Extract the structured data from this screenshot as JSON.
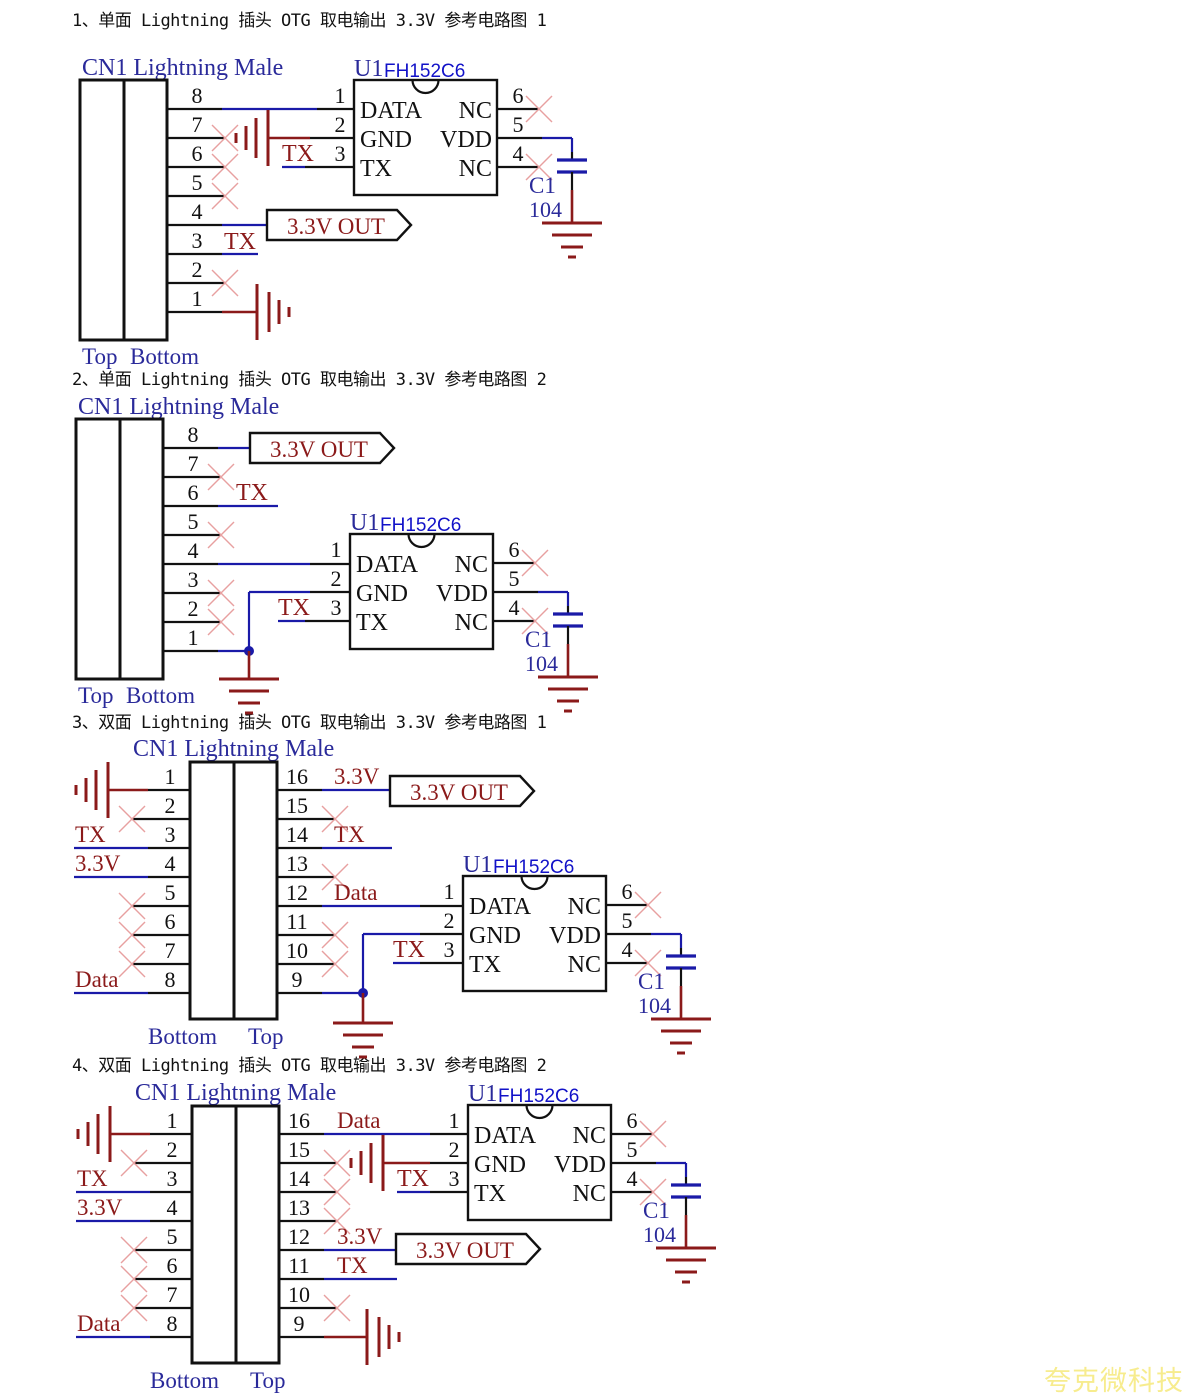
{
  "colors": {
    "wire": "#111111",
    "net": "#1a1aa8",
    "power": "#8b1a1a",
    "noconnect": "#e8a0a0",
    "label_blue": "#2a2a9a",
    "chip_name": "#1212c8",
    "watermark": "#f7ec8e"
  },
  "headings": [
    "1、单面 Lightning 插头 OTG 取电输出 3.3V 参考电路图 1",
    "2、单面 Lightning 插头 OTG 取电输出 3.3V 参考电路图 2",
    "3、双面 Lightning 插头 OTG 取电输出 3.3V 参考电路图 1",
    "4、双面 Lightning 插头 OTG 取电输出 3.3V 参考电路图 2"
  ],
  "watermark": "夸克微科技",
  "common": {
    "connector_title": "CN1 Lightning Male",
    "chip_ref": "U1",
    "chip_part": "FH152C6",
    "chip_pins_left": [
      {
        "num": "1",
        "name": "DATA"
      },
      {
        "num": "2",
        "name": "GND"
      },
      {
        "num": "3",
        "name": "TX"
      }
    ],
    "chip_pins_right": [
      {
        "num": "6",
        "name": "NC"
      },
      {
        "num": "5",
        "name": "VDD"
      },
      {
        "num": "4",
        "name": "NC"
      }
    ],
    "cap_ref": "C1",
    "cap_value": "104",
    "out_port": "3.3V OUT",
    "tx_label": "TX"
  },
  "diagrams": [
    {
      "id": "single-1",
      "bottom_labels": [
        "Top",
        "Bottom"
      ],
      "pins": [
        "8",
        "7",
        "6",
        "5",
        "4",
        "3",
        "2",
        "1"
      ],
      "pin_nets": {
        "8": "DATA",
        "7": "NC",
        "6": "NC",
        "5": "NC",
        "4": "3.3V OUT",
        "3": "TX",
        "2": "NC",
        "1": "GND"
      }
    },
    {
      "id": "single-2",
      "bottom_labels": [
        "Top",
        "Bottom"
      ],
      "pins": [
        "8",
        "7",
        "6",
        "5",
        "4",
        "3",
        "2",
        "1"
      ],
      "pin_nets": {
        "8": "3.3V OUT",
        "7": "NC",
        "6": "TX",
        "5": "NC",
        "4": "DATA",
        "3": "NC",
        "2": "NC",
        "1": "GND"
      }
    },
    {
      "id": "double-1",
      "bottom_labels": [
        "Bottom",
        "Top"
      ],
      "left_pins": [
        "1",
        "2",
        "3",
        "4",
        "5",
        "6",
        "7",
        "8"
      ],
      "right_pins": [
        "16",
        "15",
        "14",
        "13",
        "12",
        "11",
        "10",
        "9"
      ],
      "left_labels": {
        "1": "GND",
        "2": "NC",
        "3": "TX",
        "4": "3.3V",
        "5": "NC",
        "6": "NC",
        "7": "NC",
        "8": "Data"
      },
      "right_labels": {
        "16": "3.3V",
        "15": "NC",
        "14": "TX",
        "13": "NC",
        "12": "Data",
        "11": "NC",
        "10": "NC",
        "9": "GND"
      },
      "net_text": {
        "tx": "TX",
        "v33": "3.3V",
        "data": "Data"
      }
    },
    {
      "id": "double-2",
      "bottom_labels": [
        "Bottom",
        "Top"
      ],
      "left_pins": [
        "1",
        "2",
        "3",
        "4",
        "5",
        "6",
        "7",
        "8"
      ],
      "right_pins": [
        "16",
        "15",
        "14",
        "13",
        "12",
        "11",
        "10",
        "9"
      ],
      "left_labels": {
        "1": "GND",
        "2": "NC",
        "3": "TX",
        "4": "3.3V",
        "5": "NC",
        "6": "NC",
        "7": "NC",
        "8": "Data"
      },
      "right_labels": {
        "16": "Data",
        "15": "NC",
        "14": "NC",
        "13": "NC",
        "12": "3.3V",
        "11": "TX",
        "10": "NC",
        "9": "GND"
      },
      "net_text": {
        "tx": "TX",
        "v33": "3.3V",
        "data": "Data"
      }
    }
  ]
}
